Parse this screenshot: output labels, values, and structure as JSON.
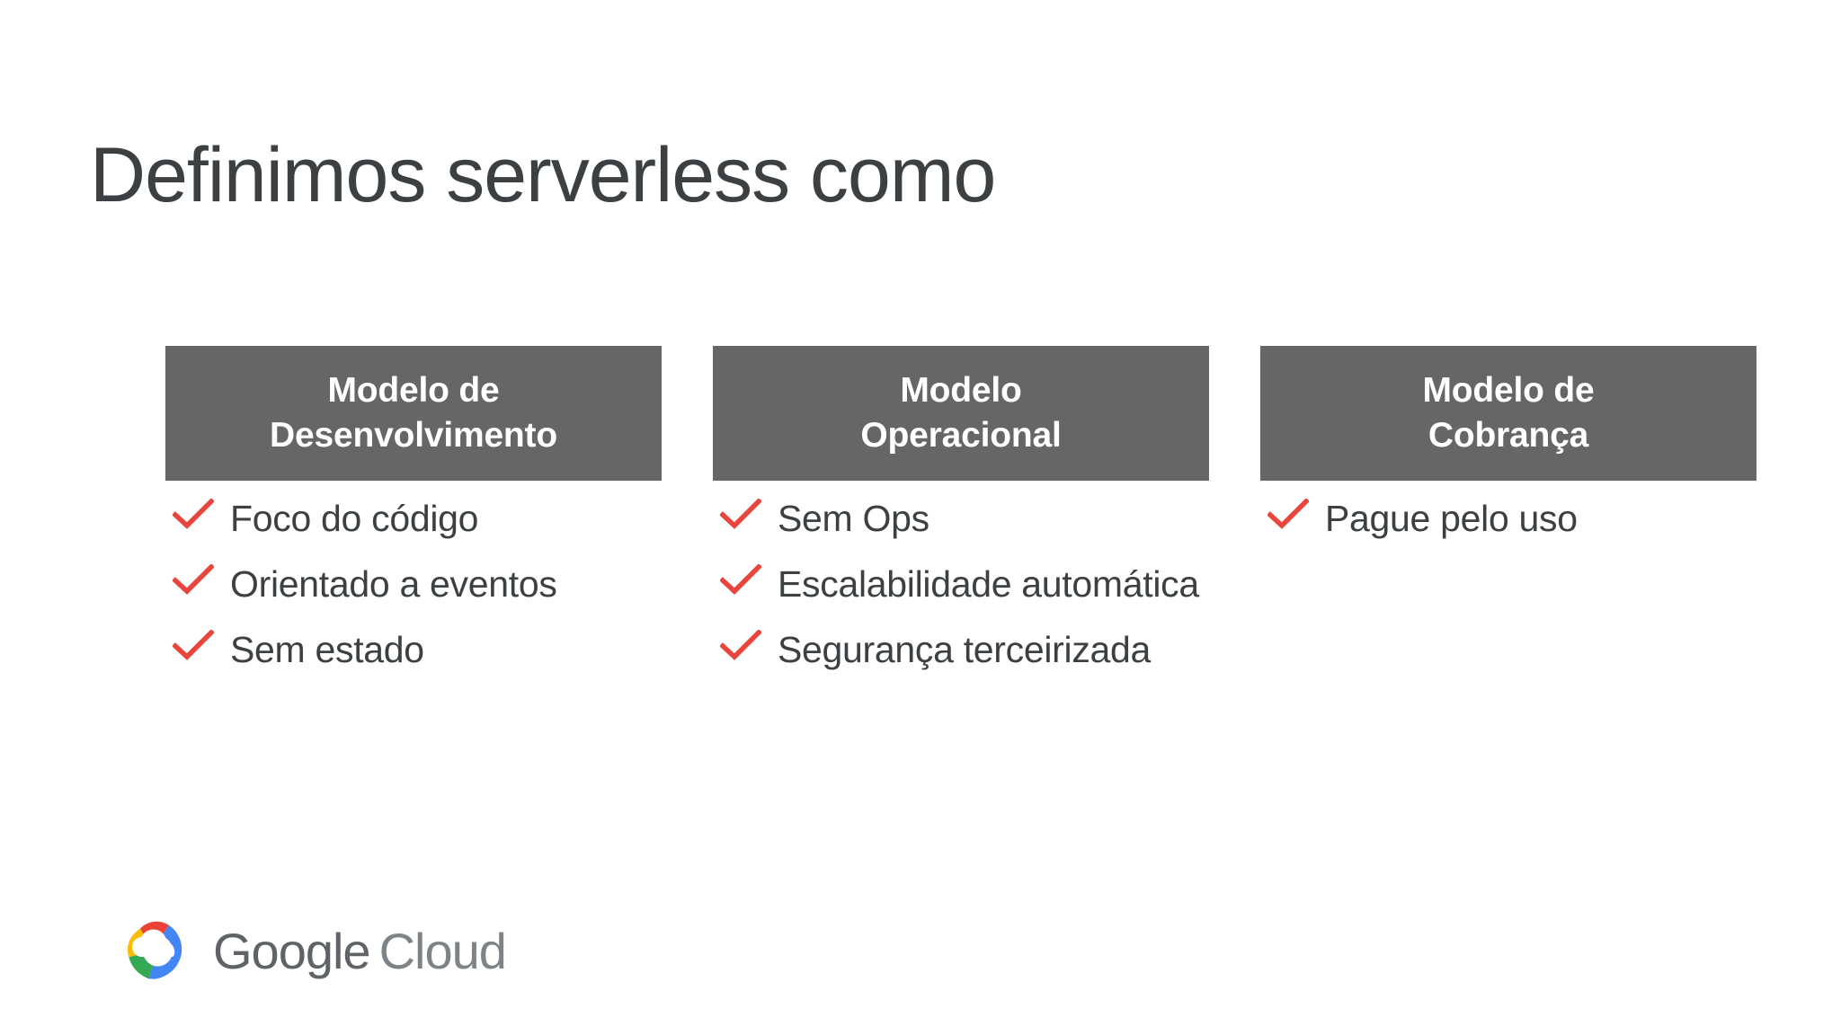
{
  "slide": {
    "title": "Definimos serverless como",
    "background_color": "#ffffff",
    "title_color": "#3c4043",
    "header_bg_color": "#666666",
    "check_color": "#e8453c"
  },
  "columns": [
    {
      "header_line1": "Modelo de",
      "header_line2": "Desenvolvimento",
      "items": [
        {
          "check_icon": "check-icon",
          "label": "Foco do código"
        },
        {
          "check_icon": "check-icon",
          "label": "Orientado a eventos"
        },
        {
          "check_icon": "check-icon",
          "label": "Sem estado"
        }
      ]
    },
    {
      "header_line1": "Modelo",
      "header_line2": "Operacional",
      "items": [
        {
          "check_icon": "check-icon",
          "label": "Sem Ops"
        },
        {
          "check_icon": "check-icon",
          "label": "Escalabilidade automática"
        },
        {
          "check_icon": "check-icon",
          "label": "Segurança terceirizada"
        }
      ]
    },
    {
      "header_line1": "Modelo de",
      "header_line2": "Cobrança",
      "items": [
        {
          "check_icon": "check-icon",
          "label": "Pague pelo uso"
        }
      ]
    }
  ],
  "footer": {
    "logo_icon": "google-cloud-logo-icon",
    "brand_word1": "Google",
    "brand_word2": "Cloud",
    "logo_colors": {
      "red": "#ea4335",
      "yellow": "#fbbc05",
      "green": "#34a853",
      "blue": "#4285f4"
    },
    "brand_word1_color": "#5f6368",
    "brand_word2_color": "#7d8387"
  }
}
